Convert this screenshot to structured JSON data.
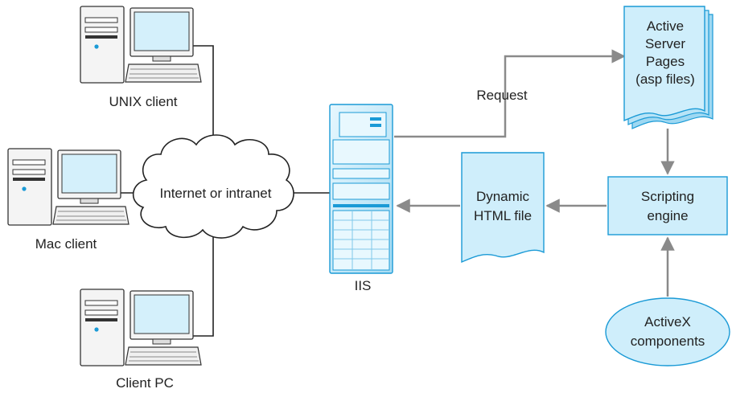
{
  "clients": [
    {
      "label": "UNIX client"
    },
    {
      "label": "Mac client"
    },
    {
      "label": "Client PC"
    }
  ],
  "network": {
    "label": "Internet or intranet"
  },
  "server": {
    "label": "IIS"
  },
  "request": {
    "label": "Request"
  },
  "asp_pages": {
    "lines": [
      "Active",
      "Server",
      "Pages",
      "(asp files)"
    ]
  },
  "scripting_engine": {
    "lines": [
      "Scripting",
      "engine"
    ]
  },
  "dynamic_html": {
    "lines": [
      "Dynamic",
      "HTML file"
    ]
  },
  "activex": {
    "lines": [
      "ActiveX",
      "components"
    ]
  },
  "colors": {
    "node_fill": "#cfeefb",
    "node_fill_dark": "#9ed8f2",
    "node_stroke": "#1a9ad6",
    "arrow": "#8a8a8a",
    "line": "#222222"
  }
}
